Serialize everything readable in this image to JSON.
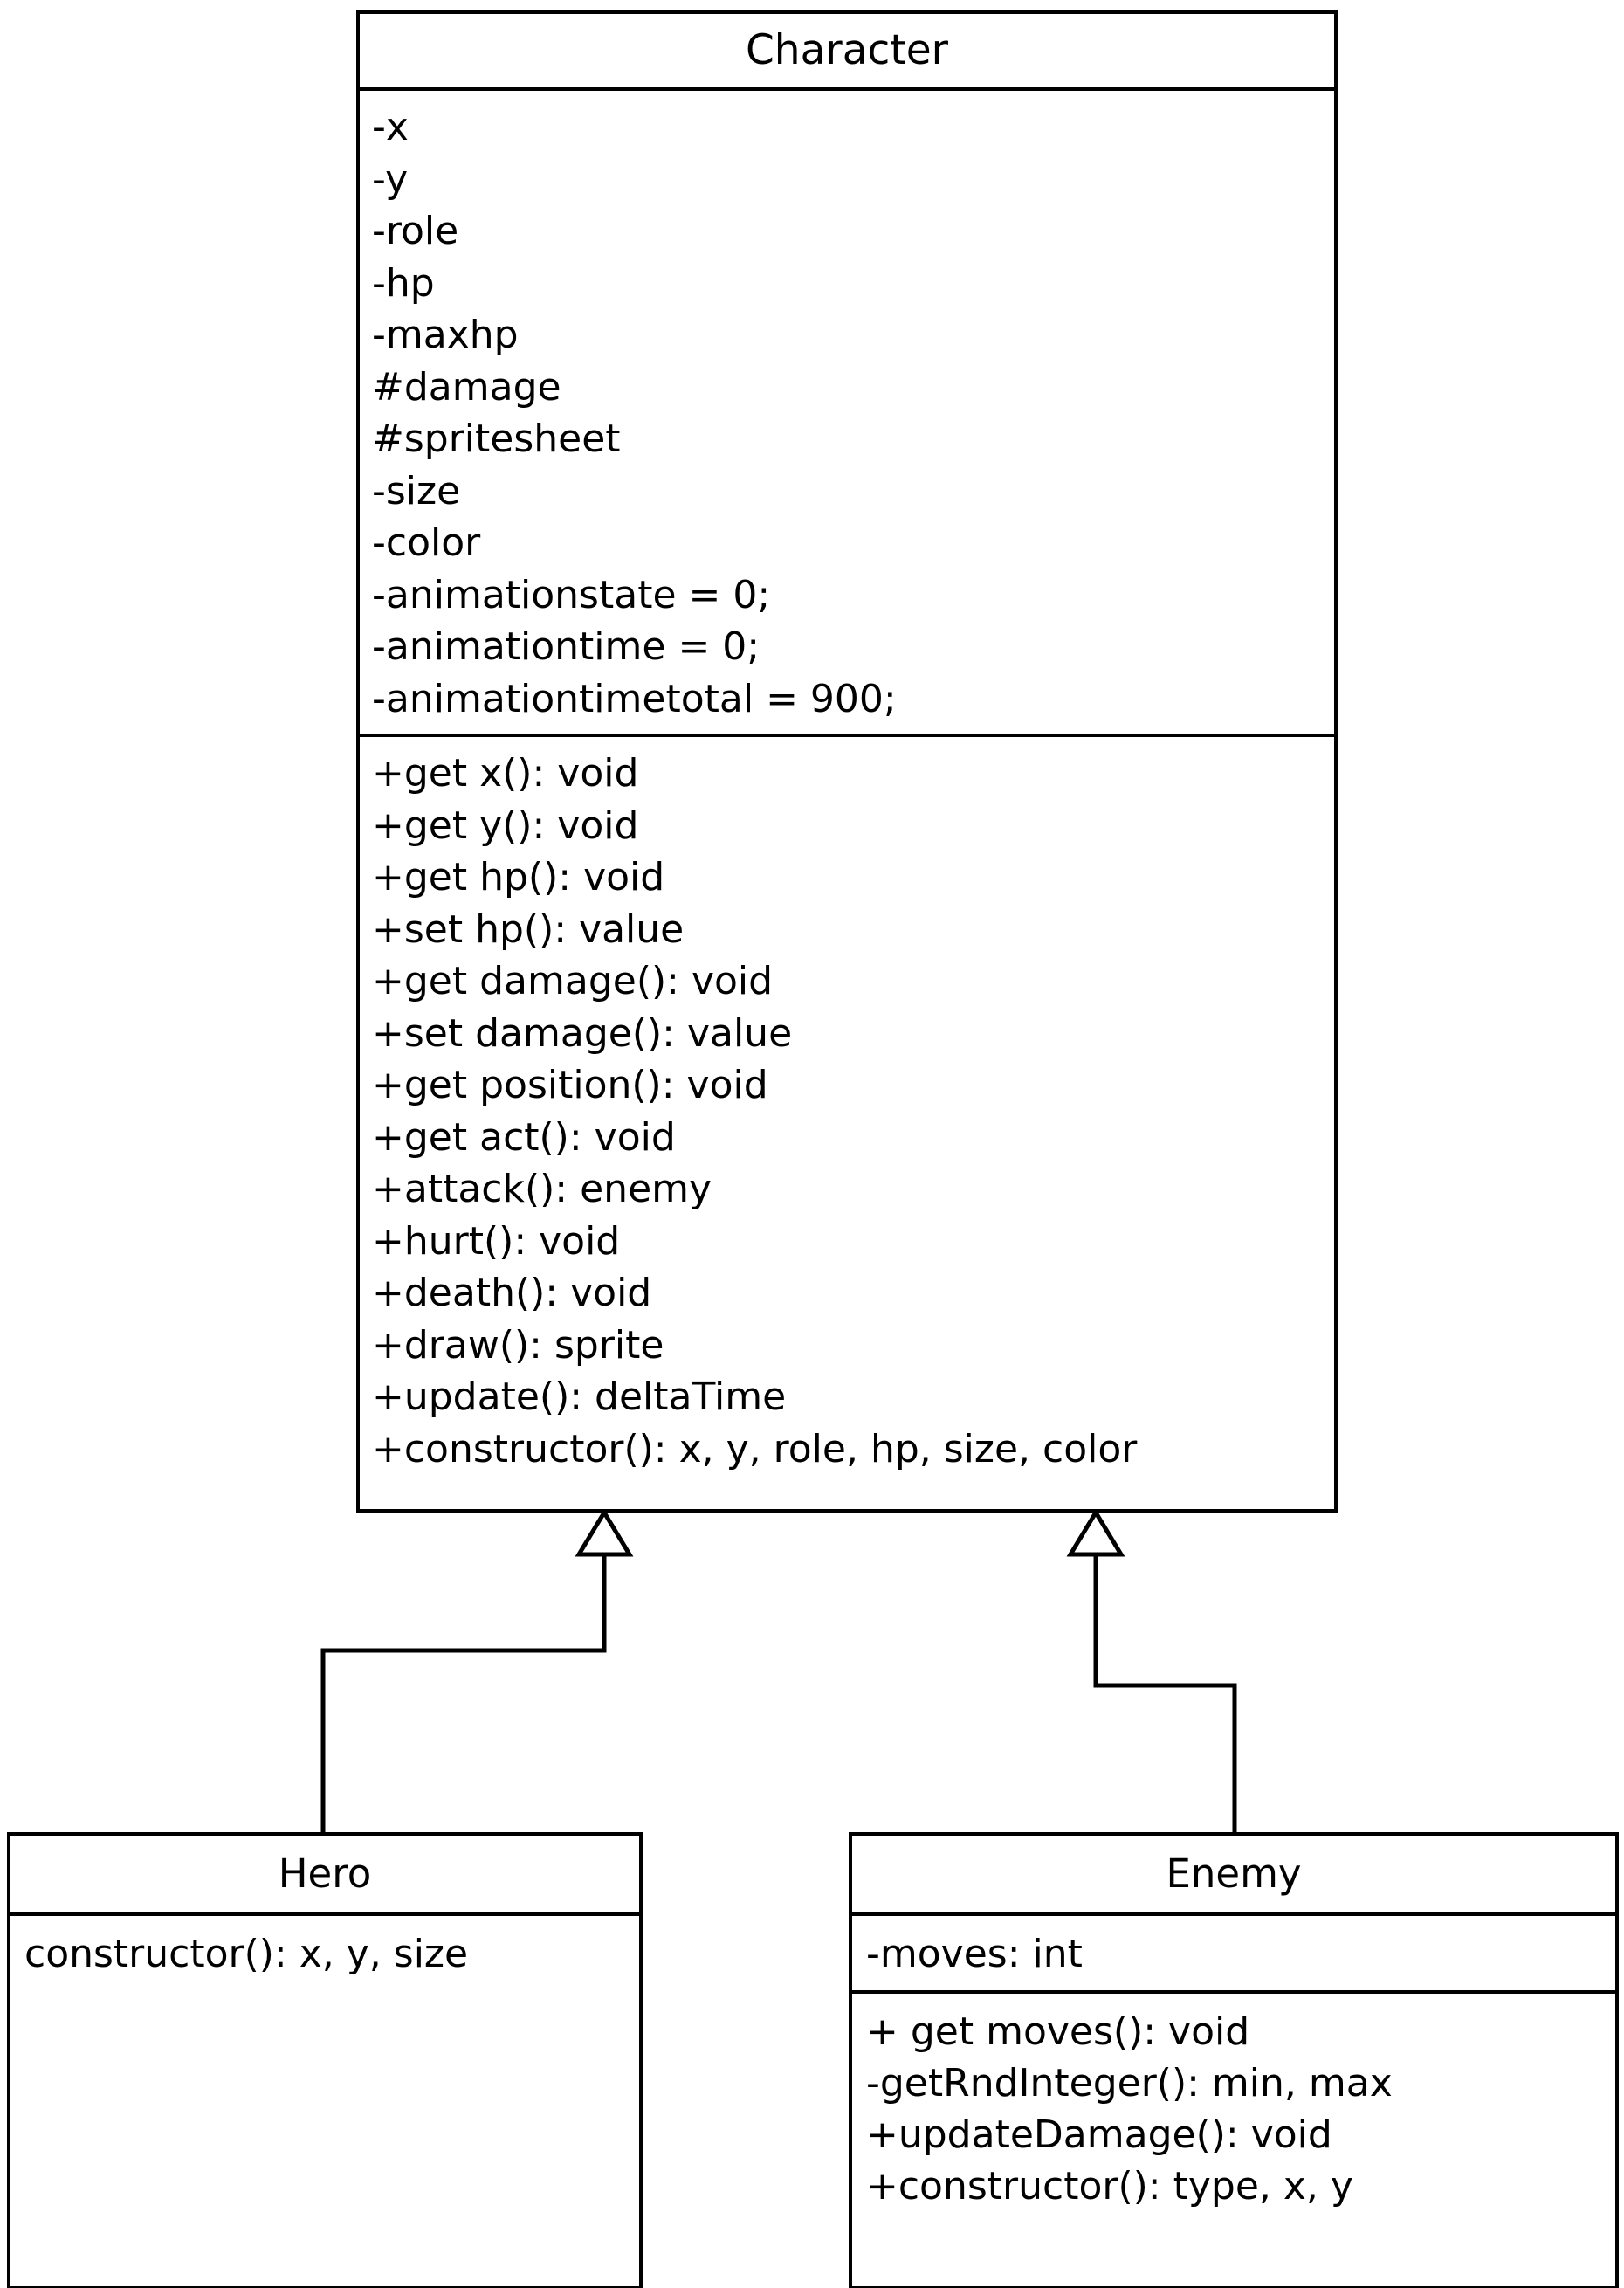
{
  "diagram": {
    "type": "uml-class-diagram",
    "classes": [
      {
        "id": "character",
        "name": "Character",
        "attributes": [
          "-x",
          "-y",
          "-role",
          "-hp",
          "-maxhp",
          "#damage",
          "#spritesheet",
          "-size",
          "-color",
          "-animationstate = 0;",
          "-animationtime = 0;",
          "-animationtimetotal = 900;"
        ],
        "methods": [
          "+get x(): void",
          "+get y(): void",
          "+get hp(): void",
          "+set hp(): value",
          "+get damage(): void",
          "+set damage(): value",
          "+get position(): void",
          "+get act(): void",
          "+attack(): enemy",
          "+hurt(): void",
          "+death(): void",
          "+draw(): sprite",
          "+update(): deltaTime",
          "+constructor(): x, y, role, hp, size, color"
        ]
      },
      {
        "id": "hero",
        "name": "Hero",
        "members": [
          "constructor(): x, y, size"
        ]
      },
      {
        "id": "enemy",
        "name": "Enemy",
        "attributes": [
          "-moves: int"
        ],
        "methods": [
          "+ get moves(): void",
          "-getRndInteger(): min, max",
          "+updateDamage(): void",
          "+constructor(): type, x, y"
        ]
      }
    ],
    "relationships": [
      {
        "from": "hero",
        "to": "character",
        "kind": "generalization"
      },
      {
        "from": "enemy",
        "to": "character",
        "kind": "generalization"
      }
    ],
    "colors": {
      "stroke": "#000000",
      "fill": "#ffffff",
      "text": "#000000"
    }
  }
}
